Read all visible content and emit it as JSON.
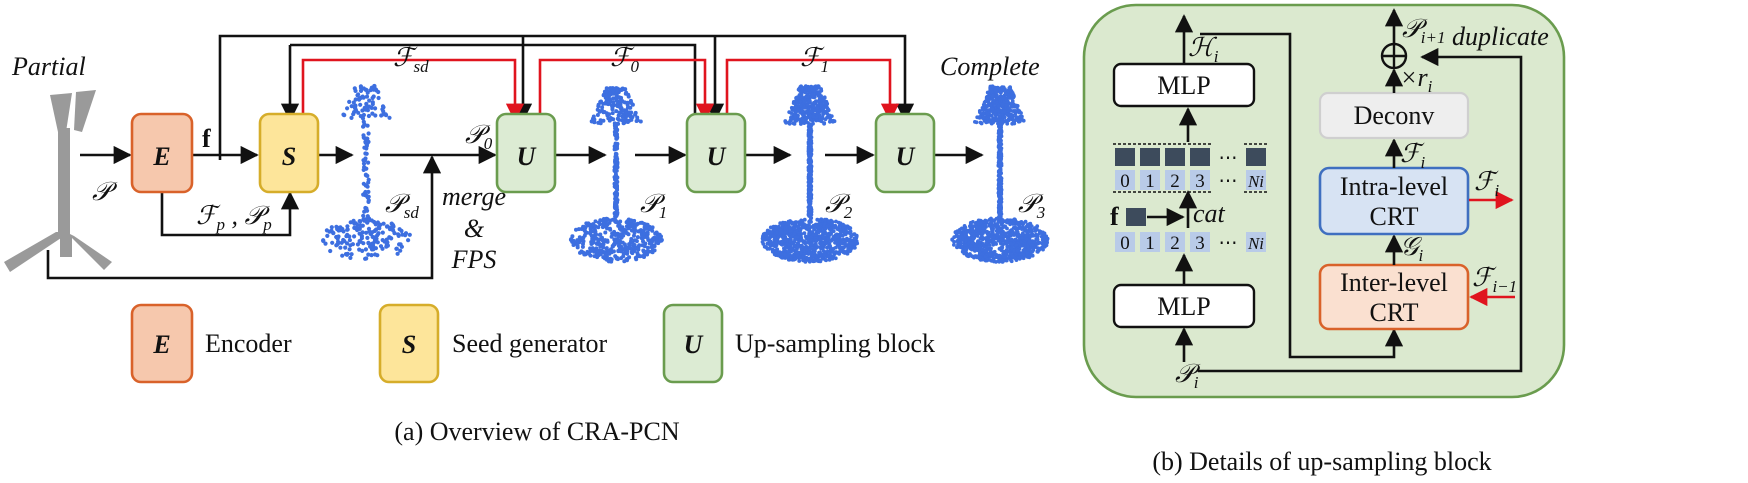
{
  "overview": {
    "partial_label": "Partial",
    "complete_label": "Complete",
    "input_cloud": "𝒫",
    "encoder_letter": "E",
    "seed_letter": "S",
    "upsample_letter": "U",
    "feature_f": "f",
    "encoder_outputs": "ℱp , 𝒫p",
    "f_sd": "ℱsd",
    "f_0": "ℱ0",
    "f_1": "ℱ1",
    "p_sd": "𝒫sd",
    "p_0": "𝒫0",
    "p_1": "𝒫1",
    "p_2": "𝒫2",
    "p_3": "𝒫3",
    "merge_line1": "merge",
    "merge_line2": "&",
    "merge_line3": "FPS",
    "legend": [
      {
        "letter": "E",
        "text": "Encoder",
        "fill": "#f6c8ad",
        "stroke": "#d9622a"
      },
      {
        "letter": "S",
        "text": "Seed generator",
        "fill": "#fde59a",
        "stroke": "#d6ad2a"
      },
      {
        "letter": "U",
        "text": "Up-sampling block",
        "fill": "#dcebd3",
        "stroke": "#6a9c4e"
      }
    ],
    "caption": "(a) Overview of CRA-PCN"
  },
  "details": {
    "mlp_top": "MLP",
    "mlp_bottom": "MLP",
    "h_i": "ℋi",
    "cat": "cat",
    "f_token": "f",
    "indices": [
      "0",
      "1",
      "2",
      "3",
      "⋯",
      "Ni"
    ],
    "deconv": "Deconv",
    "intra_line1": "Intra-level",
    "intra_line2": "CRT",
    "inter_line1": "Inter-level",
    "inter_line2": "CRT",
    "f_i_deconv": "ℱi",
    "f_i_out": "ℱi",
    "g_i": "𝒢i",
    "f_i_minus_1": "ℱi−1",
    "times_r": "×ri",
    "p_next": "𝒫i+1",
    "duplicate": "duplicate",
    "p_i": "𝒫i",
    "caption": "(b) Details of up-sampling block"
  },
  "colors": {
    "encoder": "#f6c8ad",
    "seed": "#fde59a",
    "upsample": "#dcebd3",
    "panel_bg": "#dbe9cf",
    "intra": "#d7e3f3",
    "inter": "#fae0d0",
    "deconv": "#eeeeee",
    "red_arrow": "#e0141e",
    "point_blue": "#3d6fe0"
  }
}
